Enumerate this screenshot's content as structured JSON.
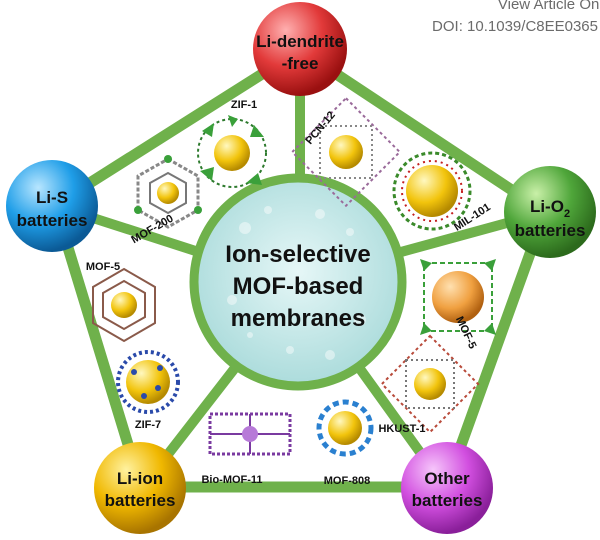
{
  "header": {
    "view_article": "View Article Onli",
    "doi": "DOI: 10.1039/C8EE0365"
  },
  "center": {
    "lines": [
      "Ion-selective",
      "MOF-based",
      "membranes"
    ]
  },
  "nodes": [
    {
      "id": "li-dendrite",
      "lines": [
        "Li-dendrite",
        "-free"
      ],
      "color": "#e23a3a"
    },
    {
      "id": "li-o2",
      "lines": [
        "Li-O",
        "batteries"
      ],
      "subscript": "2",
      "color": "#4fa63a"
    },
    {
      "id": "other",
      "lines": [
        "Other",
        "batteries"
      ],
      "color": "#d24fe0"
    },
    {
      "id": "li-ion",
      "lines": [
        "Li-ion",
        "batteries"
      ],
      "color": "#f0b800"
    },
    {
      "id": "li-s",
      "lines": [
        "Li-S",
        "batteries"
      ],
      "color": "#1f9ee8"
    }
  ],
  "mof_labels": [
    "ZIF-1",
    "PCN-12",
    "MOF-200",
    "MIL-101",
    "MOF-5",
    "MOF-5",
    "ZIF-7",
    "HKUST-1",
    "Bio-MOF-11",
    "MOF-808"
  ],
  "colors": {
    "frame": "#6fb14b",
    "center_fill": "#bfe6e6",
    "center_stroke": "#6fb14b",
    "mof_core": "#f2c40c",
    "text": "#111111"
  }
}
